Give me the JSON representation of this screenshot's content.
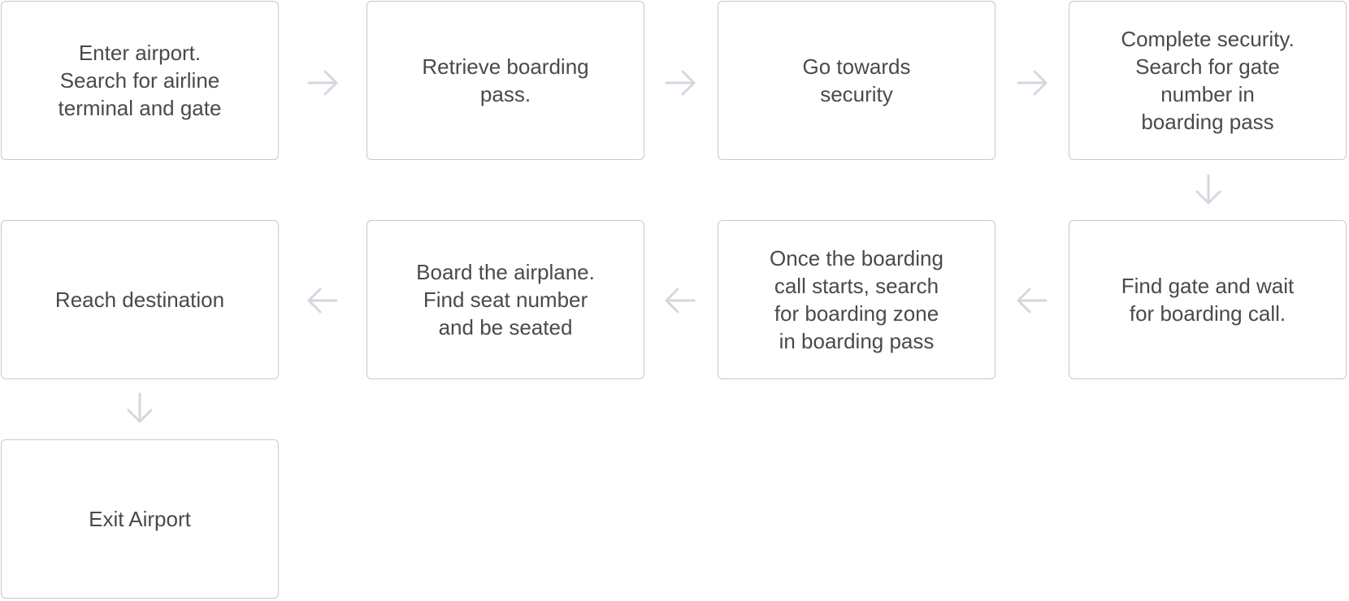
{
  "steps": [
    {
      "text": "Enter airport.\nSearch for airline\nterminal and gate"
    },
    {
      "text": "Retrieve boarding\npass."
    },
    {
      "text": "Go towards\nsecurity"
    },
    {
      "text": "Complete security.\nSearch for gate\nnumber in\nboarding pass"
    },
    {
      "text": "Find gate and wait\nfor boarding call."
    },
    {
      "text": "Once the boarding\ncall starts, search\nfor boarding zone\nin boarding pass"
    },
    {
      "text": "Board the airplane.\nFind seat number\nand be seated"
    },
    {
      "text": "Reach destination"
    },
    {
      "text": "Exit Airport"
    }
  ],
  "arrows": [
    {
      "icon": "arrow-right-icon"
    },
    {
      "icon": "arrow-right-icon"
    },
    {
      "icon": "arrow-right-icon"
    },
    {
      "icon": "arrow-down-icon"
    },
    {
      "icon": "arrow-left-icon"
    },
    {
      "icon": "arrow-left-icon"
    },
    {
      "icon": "arrow-left-icon"
    },
    {
      "icon": "arrow-down-icon"
    }
  ],
  "colors": {
    "box_border": "#c8c8cc",
    "text": "#4a4a4a",
    "arrow": "#d6d6df"
  }
}
